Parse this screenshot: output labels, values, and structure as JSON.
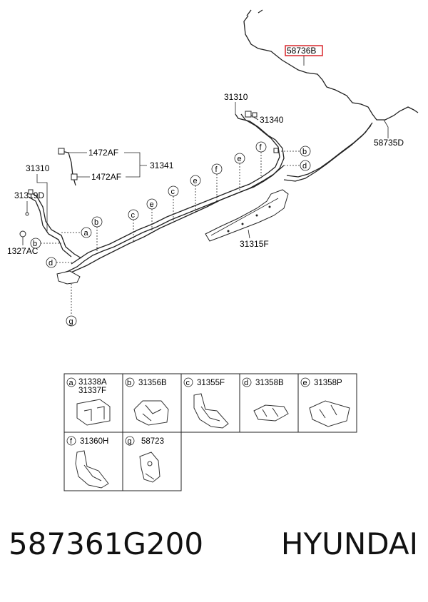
{
  "callouts": {
    "p58736B": "58736B",
    "p31310_top": "31310",
    "p31340": "31340",
    "p58735D": "58735D",
    "p1472AF_a": "1472AF",
    "p1472AF_b": "1472AF",
    "p31341": "31341",
    "p31310_left": "31310",
    "p31319D": "31319D",
    "p1327AC": "1327AC",
    "p31315F": "31315F"
  },
  "clip_letters": {
    "a": "a",
    "b": "b",
    "c": "c",
    "d": "d",
    "e": "e",
    "f": "f",
    "g": "g"
  },
  "legend": [
    {
      "letter": "a",
      "parts": [
        "31338A",
        "31337F"
      ]
    },
    {
      "letter": "b",
      "parts": [
        "31356B"
      ]
    },
    {
      "letter": "c",
      "parts": [
        "31355F"
      ]
    },
    {
      "letter": "d",
      "parts": [
        "31358B"
      ]
    },
    {
      "letter": "e",
      "parts": [
        "31358P"
      ]
    },
    {
      "letter": "f",
      "parts": [
        "31360H"
      ]
    },
    {
      "letter": "g",
      "parts": [
        "58723"
      ]
    }
  ],
  "highlight_color": "#d9262c",
  "footer": {
    "part_number": "587361G200",
    "brand": "HYUNDAI"
  }
}
